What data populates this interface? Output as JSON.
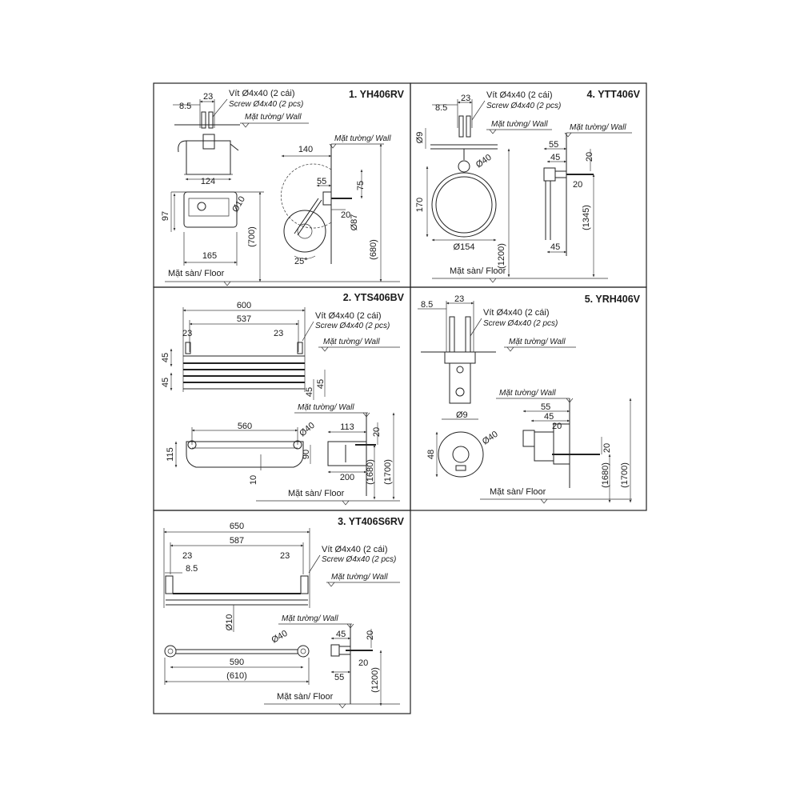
{
  "panels": {
    "p1": {
      "title": "1. YH406RV",
      "screw_vi": "Vít Ø4x40 (2 cái)",
      "screw_en": "Screw Ø4x40 (2 pcs)",
      "wall_label": "Mặt tường/ Wall",
      "floor_label": "Mặt sàn/ Floor",
      "dims": {
        "d8_5": "8.5",
        "d23": "23",
        "d140": "140",
        "d124": "124",
        "d97": "97",
        "d165": "165",
        "d10": "Ø10",
        "d700": "(700)",
        "d55": "55",
        "d75": "75",
        "d20": "20",
        "d87": "Ø87",
        "d680": "(680)",
        "d25": "25°"
      }
    },
    "p2": {
      "title": "2. YTS406BV",
      "screw_vi": "Vít Ø4x40 (2 cái)",
      "screw_en": "Screw Ø4x40 (2 pcs)",
      "wall_label": "Mặt tường/ Wall",
      "floor_label": "Mặt sàn/ Floor",
      "dims": {
        "d600": "600",
        "d537": "537",
        "d23a": "23",
        "d23b": "23",
        "d45a": "45",
        "d45b": "45",
        "d45c": "45",
        "d45d": "45",
        "d560": "560",
        "d40": "Ø40",
        "d115": "115",
        "d90": "90",
        "d10": "10",
        "d113": "113",
        "d20": "20",
        "d200": "200",
        "d1680": "(1680)",
        "d1700": "(1700)"
      }
    },
    "p3": {
      "title": "3. YT406S6RV",
      "screw_vi": "Vít Ø4x40 (2 cái)",
      "screw_en": "Screw Ø4x40 (2 pcs)",
      "wall_label": "Mặt tường/ Wall",
      "floor_label": "Mặt sàn/ Floor",
      "dims": {
        "d650": "650",
        "d587": "587",
        "d23a": "23",
        "d23b": "23",
        "d8_5": "8.5",
        "d10": "Ø10",
        "d40": "Ø40",
        "d590": "590",
        "d610": "(610)",
        "d45": "45",
        "d20a": "20",
        "d20b": "20",
        "d55": "55",
        "d1200": "(1200)"
      }
    },
    "p4": {
      "title": "4. YTT406V",
      "screw_vi": "Vít Ø4x40 (2 cái)",
      "screw_en": "Screw Ø4x40 (2 pcs)",
      "wall_label": "Mặt tường/ Wall",
      "floor_label": "Mặt sàn/ Floor",
      "dims": {
        "d8_5": "8.5",
        "d23": "23",
        "d9": "Ø9",
        "d40": "Ø40",
        "d170": "170",
        "d154": "Ø154",
        "d1200": "(1200)",
        "d55": "55",
        "d45a": "45",
        "d20a": "20",
        "d20b": "20",
        "d45b": "45",
        "d1345": "(1345)"
      }
    },
    "p5": {
      "title": "5. YRH406V",
      "screw_vi": "Vít Ø4x40 (2 cái)",
      "screw_en": "Screw Ø4x40 (2 pcs)",
      "wall_label": "Mặt tường/ Wall",
      "floor_label": "Mặt sàn/ Floor",
      "dims": {
        "d8_5": "8.5",
        "d23": "23",
        "d9": "Ø9",
        "d48": "48",
        "d40": "Ø40",
        "d55": "55",
        "d45": "45",
        "d20a": "20",
        "d20b": "20",
        "d1680": "(1680)",
        "d1700": "(1700)"
      }
    }
  }
}
